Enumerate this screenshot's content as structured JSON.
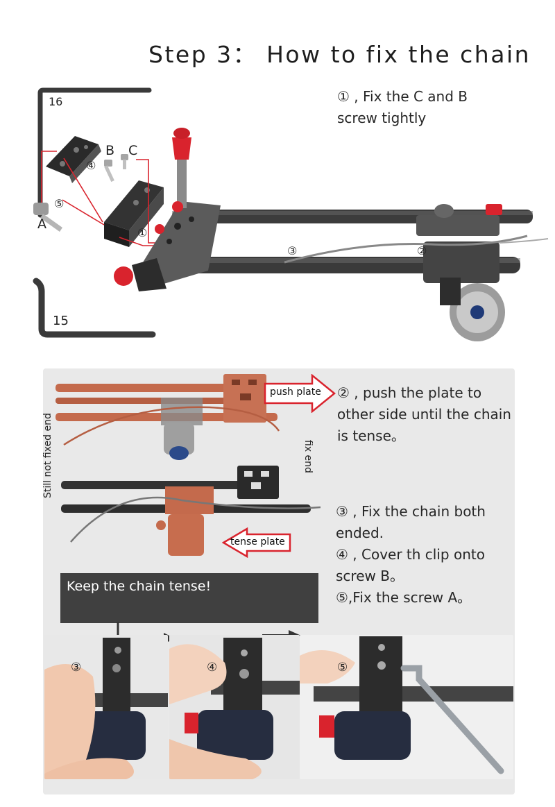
{
  "title": "Step 3： How to fix the chain",
  "top": {
    "wrench_16": "16",
    "wrench_15": "15",
    "label_a": "A",
    "label_b": "B",
    "label_c": "C",
    "mark_1": "①",
    "mark_2": "②",
    "mark_3": "③",
    "mark_4": "④",
    "mark_5": "⑤",
    "instr_line1": "① , Fix the C and B",
    "instr_line2": "screw tightly"
  },
  "lower": {
    "push_plate": "push plate",
    "tense_plate": "tense plate",
    "still_not_fixed": "Still not fixed end",
    "fix_end": "fix end",
    "step2_line1": "② , push the plate to",
    "step2_line2": "other side until the chain",
    "step2_line3": "is tense。",
    "step3_line1": "③ , Fix the chain both",
    "step3_line2": "ended.",
    "step4_line1": "④ , Cover th clip onto",
    "step4_line2": "screw B。",
    "step5_line1": "⑤,Fix the screw A。",
    "keep_tense": "Keep the chain tense!",
    "photo_mark_3": "③",
    "photo_mark_4": "④",
    "photo_mark_5": "⑤"
  },
  "colors": {
    "accent_red": "#d9232d",
    "copper": "#c46a4c",
    "dark_box": "#404040",
    "panel_bg": "#e9e9e9"
  }
}
